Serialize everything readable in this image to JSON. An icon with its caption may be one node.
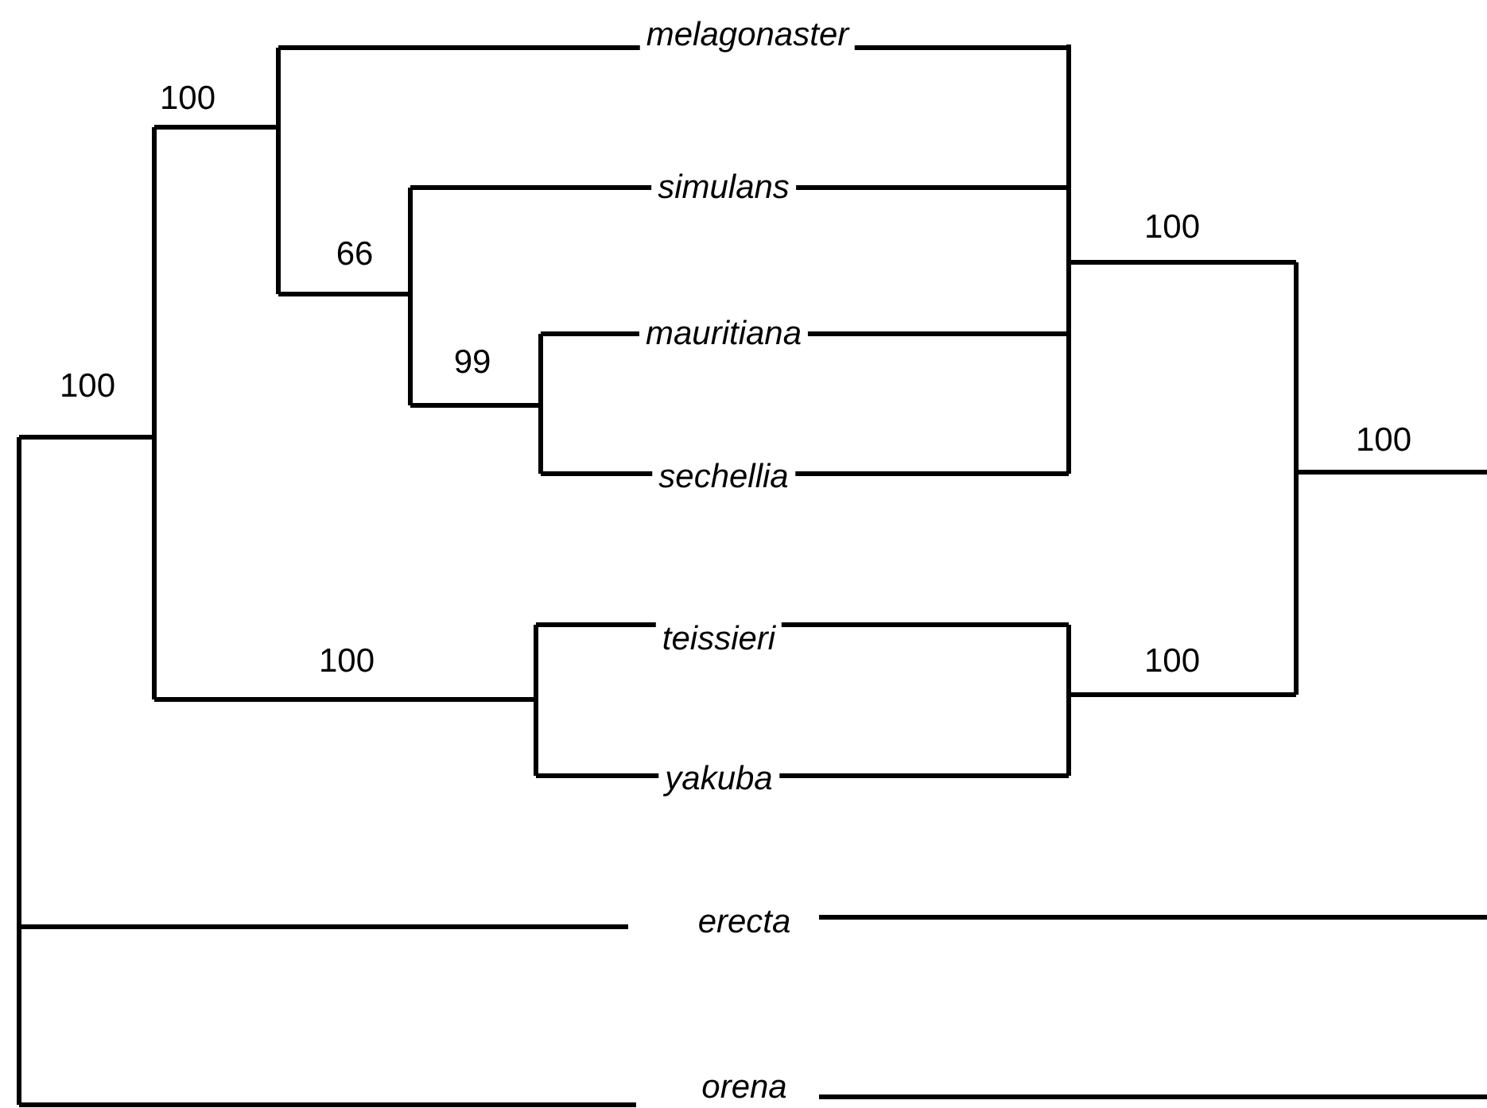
{
  "diagram": {
    "nodes": [
      {
        "text": [
          "melagonaster"
        ]
      },
      {
        "text": [
          "simulans"
        ]
      },
      {
        "text": [
          "mauritiana"
        ]
      },
      {
        "text": [
          "sechellia"
        ]
      },
      {
        "text": [
          "teissieri"
        ]
      },
      {
        "text": [
          "yakuba"
        ]
      },
      {
        "text": [
          "erecta"
        ]
      },
      {
        "text": [
          "orena"
        ]
      }
    ],
    "labels": [
      "100",
      "100",
      "66",
      "99",
      "100",
      "100",
      "100",
      "100"
    ]
  }
}
